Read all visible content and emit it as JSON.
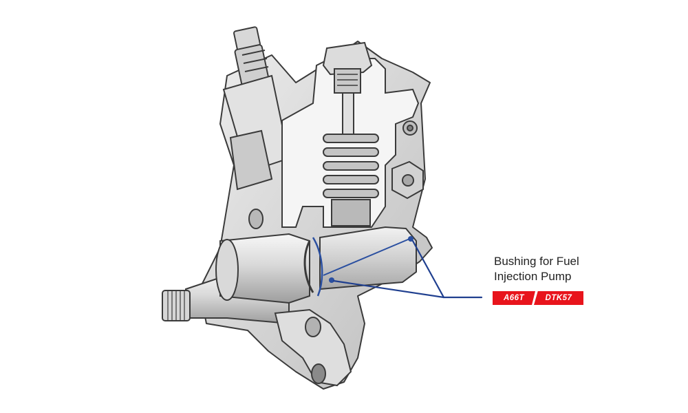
{
  "callout": {
    "label_line1": "Bushing for Fuel",
    "label_line2": "Injection Pump",
    "leader_color": "#1f3f8f"
  },
  "part_numbers": [
    "A66T",
    "DTK57"
  ],
  "colors": {
    "tag_bg": "#e8141c",
    "metal_light": "#e6e6e6",
    "metal_mid": "#cfcfcf",
    "metal_dark": "#a9a9a9",
    "cutaway": "#f4f4f4",
    "outline": "#3a3a3a",
    "bushing_line": "#2a4fa0"
  }
}
